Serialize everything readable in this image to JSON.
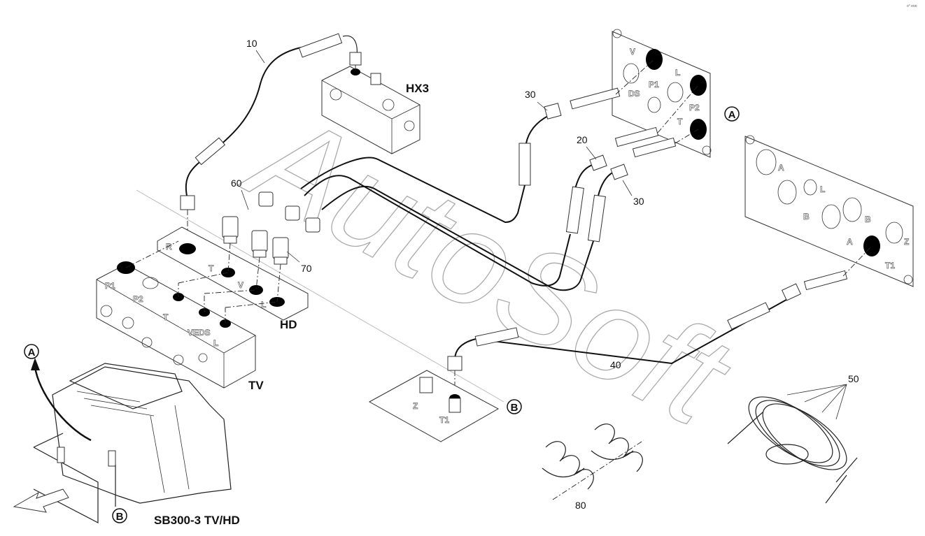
{
  "watermark": "AutoSoft",
  "corner_mark": "o° ooo",
  "callouts": {
    "hose_10": "10",
    "hose_20": "20",
    "hose_30a": "30",
    "hose_30b": "30",
    "hose_40": "40",
    "clamp_50": "50",
    "fitting_60": "60",
    "fitting_70": "70",
    "clip_80": "80"
  },
  "components": {
    "hx3": "HX3",
    "hd": "HD",
    "tv": "TV",
    "machine": "SB300-3 TV/HD"
  },
  "view_markers": {
    "a": "A",
    "b": "B"
  },
  "ports": {
    "plate_a_upper": [
      "V",
      "P1",
      "L",
      "DS",
      "P2",
      "T"
    ],
    "plate_a_lower": [
      "A",
      "L",
      "B",
      "B",
      "A",
      "Z",
      "T1"
    ],
    "hd_plate": [
      "R",
      "T",
      "V",
      "L"
    ],
    "tv_block": [
      "P1",
      "P2",
      "T",
      "VEDS",
      "L"
    ],
    "plate_b": [
      "Z",
      "T1"
    ]
  }
}
